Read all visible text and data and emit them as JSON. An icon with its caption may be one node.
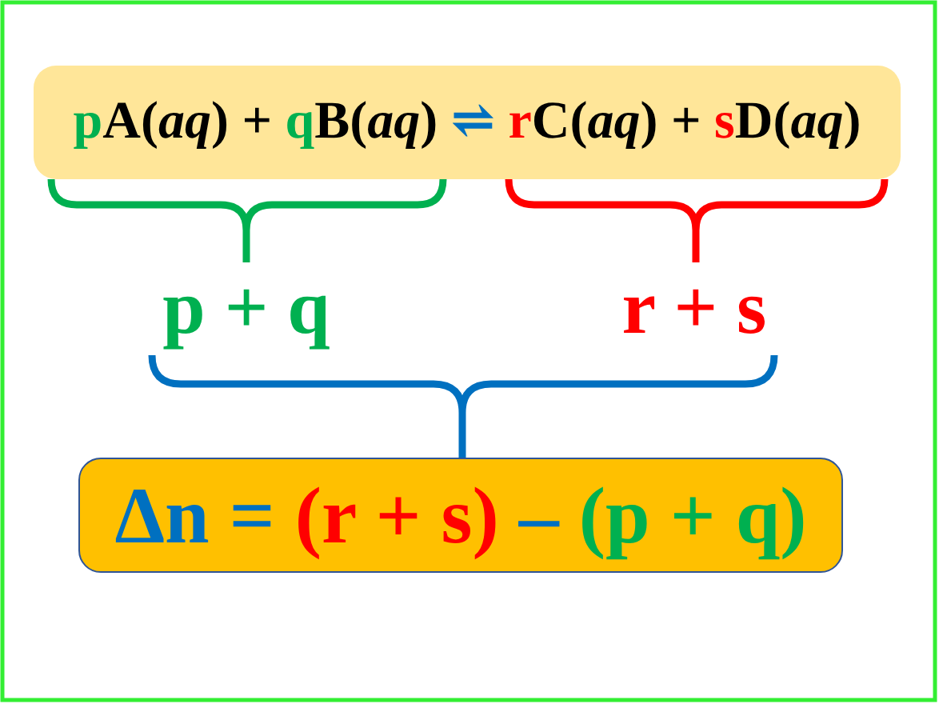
{
  "diagram": {
    "nodes": [
      {
        "text": [
          "pA(*aq*) + qB(*aq*) ⇌ rC(*aq*) + sD(*aq*)"
        ]
      },
      {
        "text": [
          "Δn = (r + s) – (p + q)"
        ]
      }
    ],
    "labels": [
      "p + q",
      "r + s"
    ]
  }
}
